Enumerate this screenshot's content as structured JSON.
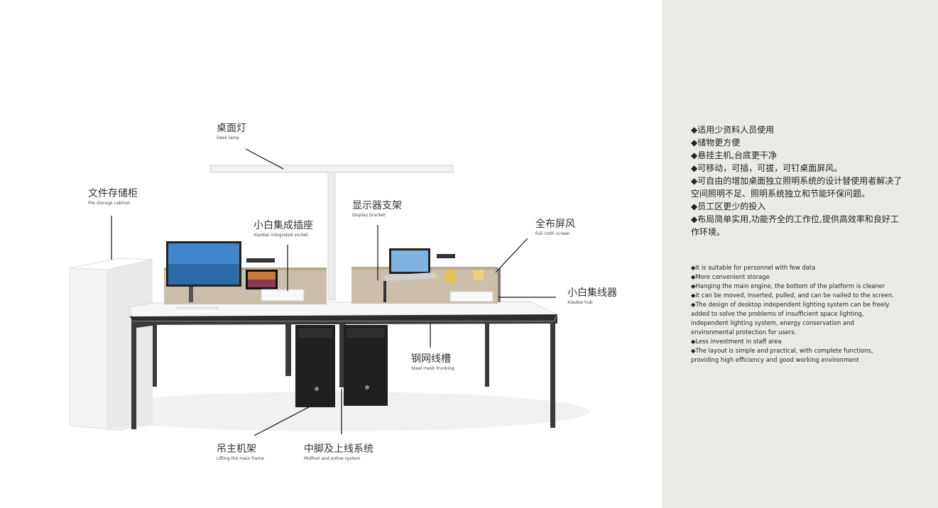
{
  "callouts": {
    "desk_lamp": {
      "zh": "桌面灯",
      "en": "Desk lamp"
    },
    "file_cabinet": {
      "zh": "文件存储柜",
      "en": "File storage cabinet"
    },
    "integrated_socket": {
      "zh": "小白集成插座",
      "en": "Xiaobai integrated socket"
    },
    "display_bracket": {
      "zh": "显示器支架",
      "en": "Display bracket"
    },
    "cloth_screen": {
      "zh": "全布屏风",
      "en": "Full cloth screen"
    },
    "hub": {
      "zh": "小白集线器",
      "en": "Xiaobai hub"
    },
    "trunking": {
      "zh": "钢网线槽",
      "en": "Steel mesh trunking"
    },
    "host_frame": {
      "zh": "吊主机架",
      "en": "Lifting the main frame"
    },
    "midfoot": {
      "zh": "中脚及上线系统",
      "en": "Midfoot and online system"
    }
  },
  "features_zh": [
    "◆适用少资料人员使用",
    "◆储物更方便",
    "◆悬挂主机,台底更干净",
    "◆可移动，可插，可拔，可钉桌面屏风。",
    "◆可自由的增加桌面独立照明系统的设计替使用者解决了空间照明不足、照明系统独立和节能环保问题。",
    "◆员工区更少的投入",
    "◆布局简单实用,功能齐全的工作位,提供高效率和良好工作环境。"
  ],
  "features_en": [
    "◆It is suitable for personnel with few data",
    "◆More convenient storage",
    "◆Hanging the main engine, the bottom of the platform is cleaner",
    "◆It can be moved, inserted, pulled, and can be nailed to the screen.",
    "◆The design of desktop independent lighting system can be freely added to solve the problems of insufficient space lighting, independent lighting system, energy conservation and environmental protection for users.",
    "◆Less investment in staff area",
    "◆The layout is simple and practical, with complete functions, providing high efficiency and good working environment"
  ]
}
